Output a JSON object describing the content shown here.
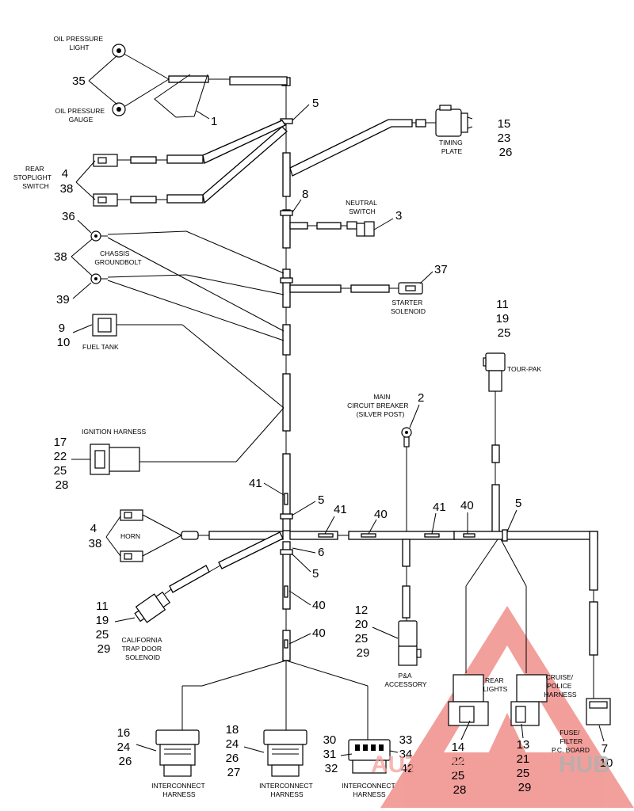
{
  "labels": {
    "oil_pressure_light": [
      "OIL PRESSURE",
      "LIGHT"
    ],
    "oil_pressure_gauge": [
      "OIL PRESSURE",
      "GAUGE"
    ],
    "rear_stoplight_switch": [
      "REAR",
      "STOPLIGHT",
      "SWITCH"
    ],
    "timing_plate": [
      "TIMING",
      "PLATE"
    ],
    "neutral_switch": [
      "NEUTRAL",
      "SWITCH"
    ],
    "chassis_groundbolt": [
      "CHASSIS",
      "GROUNDBOLT"
    ],
    "starter_solenoid": [
      "STARTER",
      "SOLENOID"
    ],
    "fuel_tank": "FUEL TANK",
    "tour_pak": "TOUR-PAK",
    "main_circuit_breaker": [
      "MAIN",
      "CIRCUIT BREAKER",
      "(SILVER POST)"
    ],
    "ignition_harness": "IGNITION HARNESS",
    "horn": "HORN",
    "california_trap_door": [
      "CALIFORNIA",
      "TRAP DOOR",
      "SOLENOID"
    ],
    "pa_accessory": [
      "P&A",
      "ACCESSORY"
    ],
    "rear_lights": [
      "REAR",
      "LIGHTS"
    ],
    "cruise_police": [
      "CRUISE/",
      "POLICE",
      "HARNESS"
    ],
    "fuse_filter": [
      "FUSE/",
      "FILTER",
      "P.C. BOARD"
    ],
    "interconnect_1": [
      "INTERCONNECT",
      "HARNESS"
    ],
    "interconnect_2": [
      "INTERCONNECT",
      "HARNESS"
    ],
    "interconnect_3": [
      "INTERCONNECT",
      "HARNESS"
    ]
  },
  "callouts": {
    "c35": "35",
    "c1": "1",
    "c5a": "5",
    "c15": [
      "15",
      "23",
      "26"
    ],
    "c4a": [
      "4",
      "38"
    ],
    "c8": "8",
    "c3": "3",
    "c36": "36",
    "c38": "38",
    "c39": "39",
    "c37": "37",
    "c9": [
      "9",
      "10"
    ],
    "c11a": [
      "11",
      "19",
      "25"
    ],
    "c2": "2",
    "c17": [
      "17",
      "22",
      "25",
      "28"
    ],
    "c41a": "41",
    "c5b": "5",
    "c41b": "41",
    "c40a": "40",
    "c41c": "41",
    "c40b": "40",
    "c5c": "5",
    "c4b": [
      "4",
      "38"
    ],
    "c6": "6",
    "c5d": "5",
    "c11b": [
      "11",
      "19",
      "25",
      "29"
    ],
    "c40c": "40",
    "c12": [
      "12",
      "20",
      "25",
      "29"
    ],
    "c40d": "40",
    "c16": [
      "16",
      "24",
      "26"
    ],
    "c18": [
      "18",
      "24",
      "26",
      "27"
    ],
    "c30": [
      "30",
      "31",
      "32"
    ],
    "c33": [
      "33",
      "34",
      "42"
    ],
    "c14": [
      "14",
      "22",
      "25",
      "28"
    ],
    "c13": [
      "13",
      "21",
      "25",
      "29"
    ],
    "c7": [
      "7",
      "10"
    ]
  },
  "watermark": {
    "red": "AUTOMOTO",
    "grey": "HUB",
    "color": "#e8524a"
  }
}
